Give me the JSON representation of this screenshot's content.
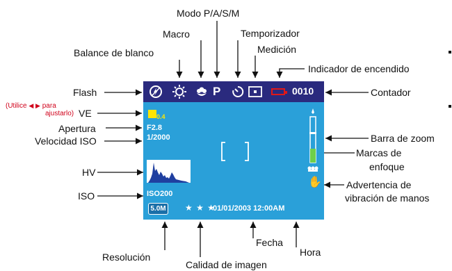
{
  "labels": {
    "modo": "Modo P/A/S/M",
    "macro": "Macro",
    "temporizador": "Temporizador",
    "medicion": "Medición",
    "balance": "Balance de blanco",
    "encendido": "Indicador de encendido",
    "flash": "Flash",
    "contador": "Contador",
    "ve": "VE",
    "apertura": "Apertura",
    "velocidad": "Velocidad ISO",
    "zoom": "Barra de zoom",
    "marcas_1": "Marcas de",
    "marcas_2": "enfoque",
    "hv": "HV",
    "iso": "ISO",
    "advertencia_1": "Advertencia de",
    "advertencia_2": "vibración de manos",
    "resolucion": "Resolución",
    "calidad": "Calidad de imagen",
    "fecha": "Fecha",
    "hora": "Hora"
  },
  "note": {
    "pre": "(Utilice",
    "left_glyph": "◀",
    "right_glyph": "▶",
    "post": "para",
    "line2": "ajustarlo)"
  },
  "screen": {
    "counter": "0010",
    "ev_value": "0.4",
    "aperture": "F2.8",
    "shutter": "1/2000",
    "iso_prefix": "ISO",
    "iso_value": "200",
    "resolution": "5.0M",
    "stars": "★ ★ ★",
    "datetime": "01/01/2003 12:00AM",
    "mode_letter": "P",
    "icons": [
      "flash-off-icon",
      "sun-icon",
      "macro-flower-icon",
      "mode-p-icon",
      "self-timer-icon",
      "metering-icon",
      "battery-icon",
      "hand-shake-icon"
    ]
  },
  "colors": {
    "screen_bg": "#2aa0d9",
    "topbar_bg": "#2a2a7e",
    "battery": "#e01818",
    "ev_badge": "#ffe600",
    "note_text": "#d0021b"
  }
}
